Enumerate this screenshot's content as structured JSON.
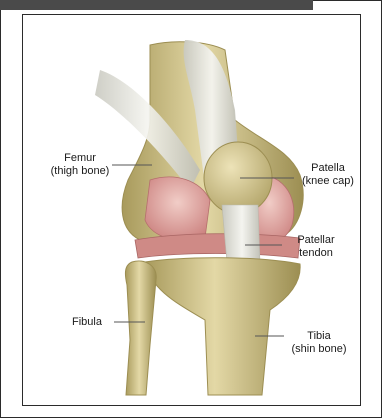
{
  "labels": {
    "femur": {
      "name": "Femur",
      "desc": "(thigh bone)"
    },
    "patella": {
      "name": "Patella",
      "desc": "(knee cap)"
    },
    "patellar_tendon": {
      "name": "Patellar",
      "desc": "tendon"
    },
    "fibula": {
      "name": "Fibula"
    },
    "tibia": {
      "name": "Tibia",
      "desc": "(shin bone)"
    }
  },
  "colors": {
    "bone": "#d8cc96",
    "bone_shadow": "#a89a5c",
    "cartilage": "#dca0a0",
    "tendon": "#e9e9e3",
    "leader_line": "#555555",
    "frame": "#2b2b2b"
  }
}
